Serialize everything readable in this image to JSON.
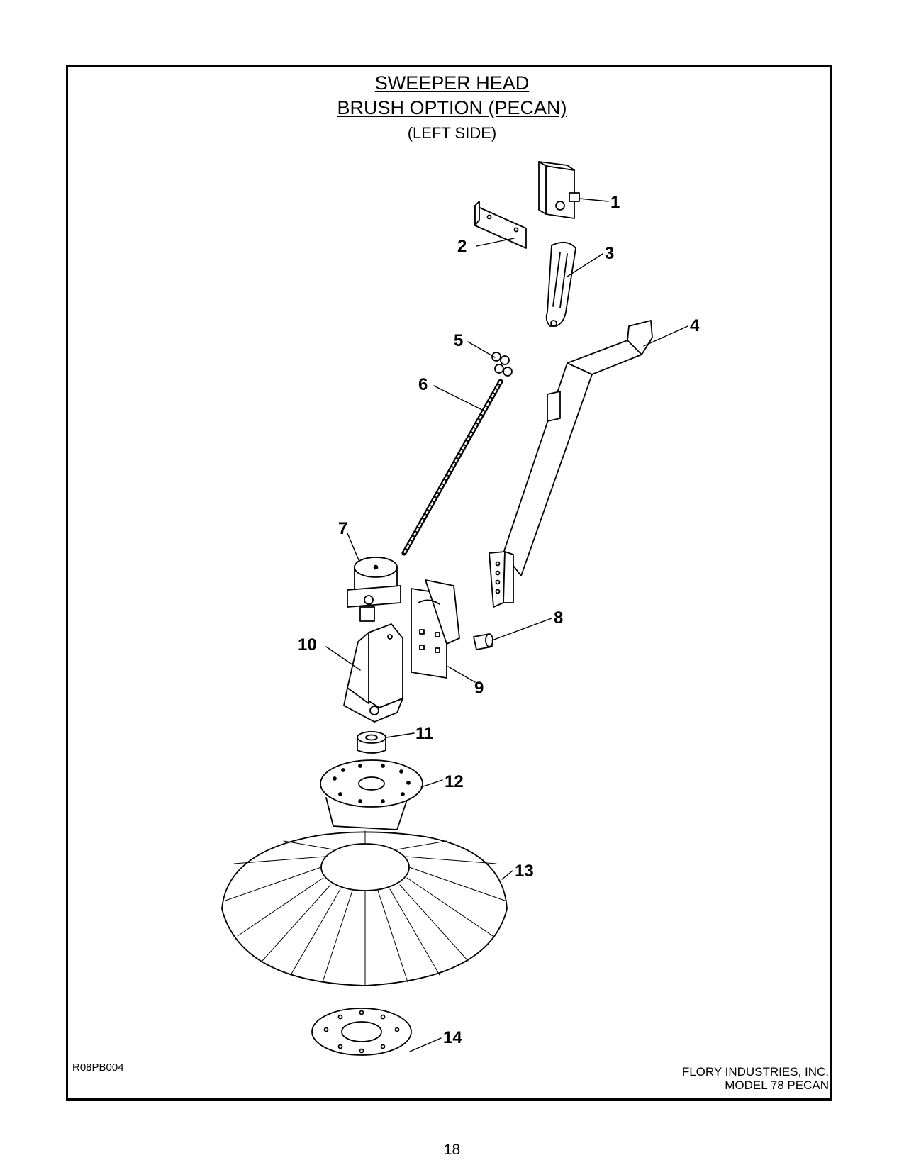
{
  "title": {
    "line1": "SWEEPER HEAD",
    "line2": "BRUSH OPTION (PECAN)",
    "line3": "(LEFT SIDE)"
  },
  "callouts": [
    "1",
    "2",
    "3",
    "4",
    "5",
    "6",
    "7",
    "8",
    "9",
    "10",
    "11",
    "12",
    "13",
    "14"
  ],
  "drawing_code": "R08PB004",
  "company": {
    "name": "FLORY INDUSTRIES, INC.",
    "model": "MODEL 78 PECAN"
  },
  "page_number": "18"
}
